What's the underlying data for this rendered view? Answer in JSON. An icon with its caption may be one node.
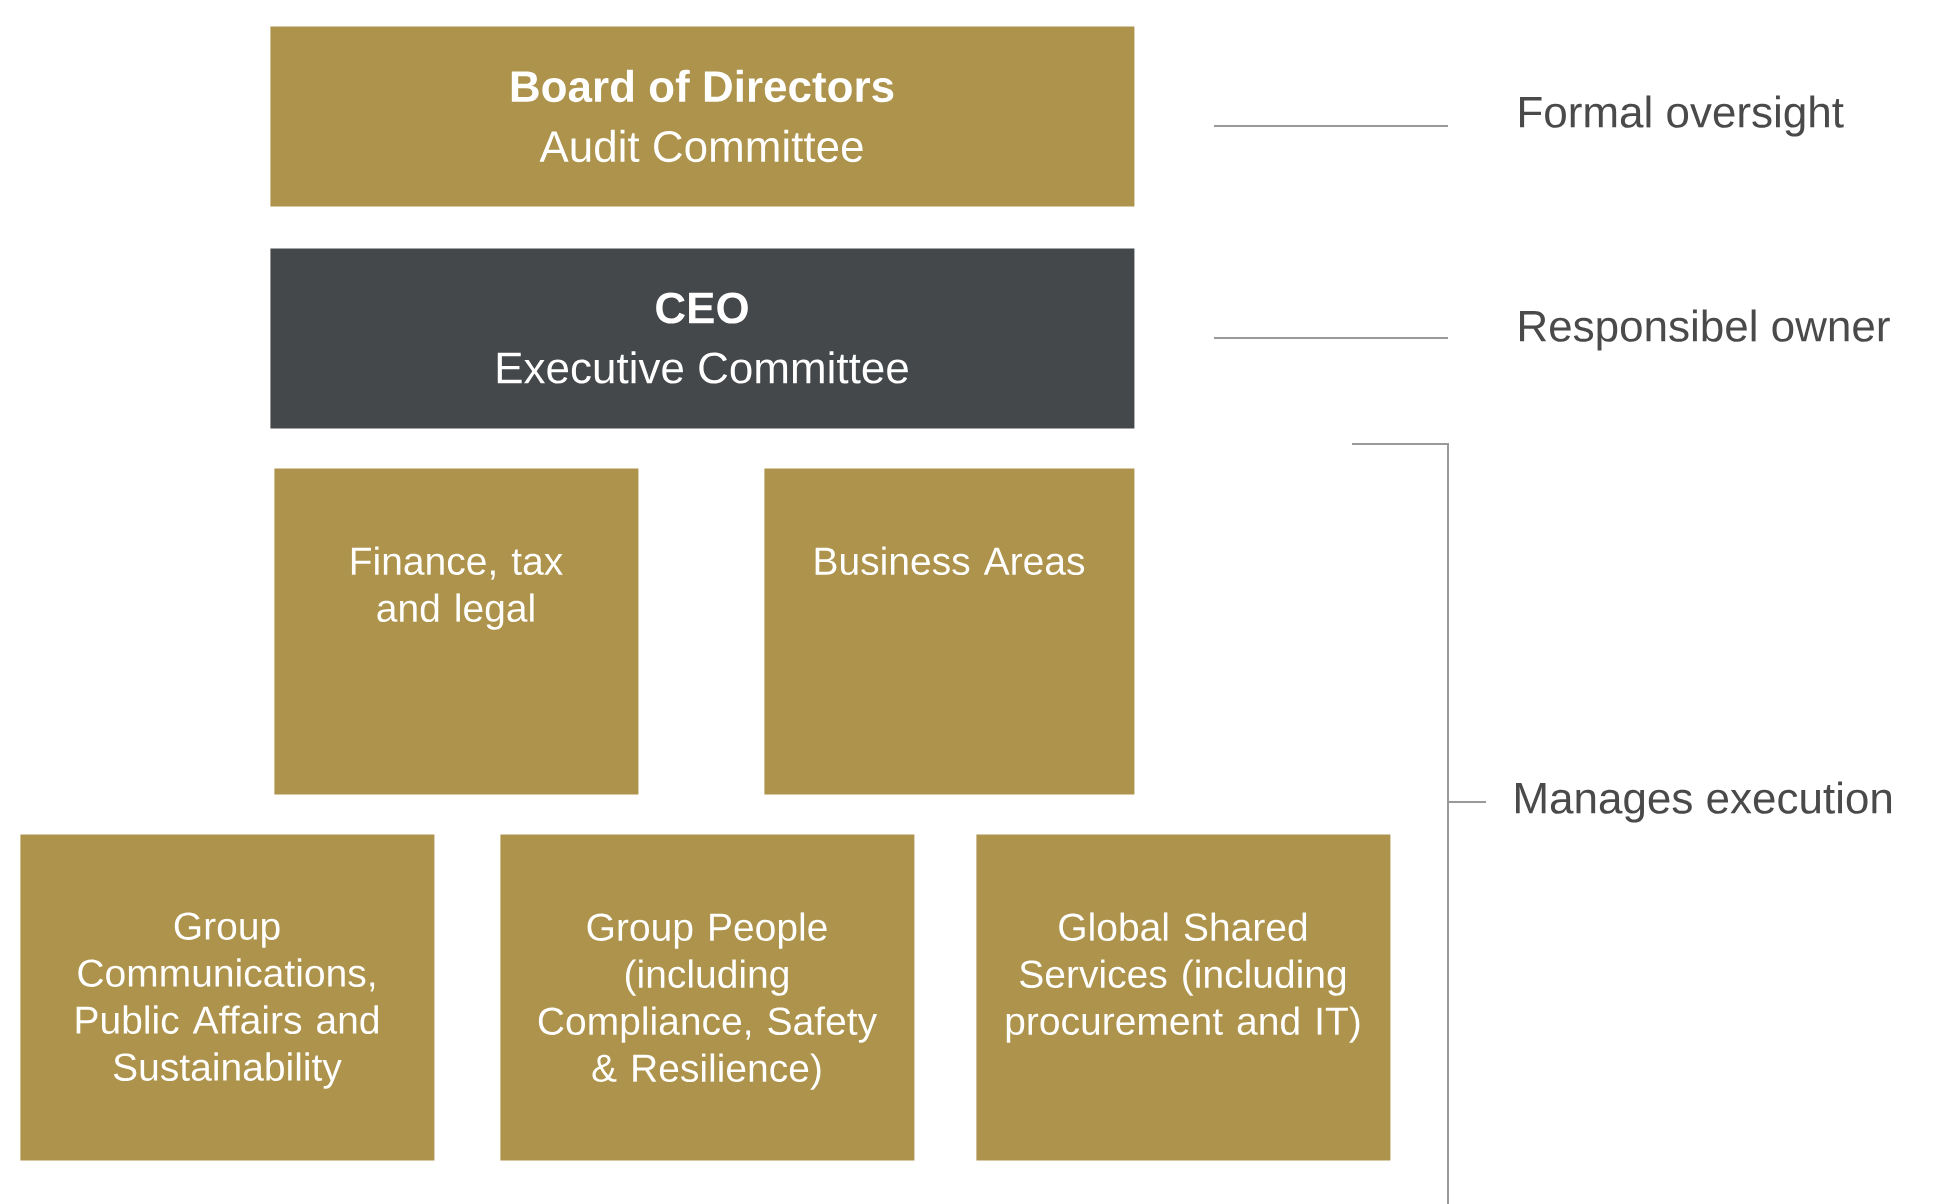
{
  "diagram": {
    "nodes": [
      {
        "text": [
          "Board of Directors",
          "Audit Committee"
        ]
      },
      {
        "text": [
          "CEO",
          "Executive Committee"
        ]
      },
      {
        "text": [
          "Finance, tax and legal"
        ]
      },
      {
        "text": [
          "Business Areas"
        ]
      },
      {
        "text": [
          "Group Communications, Public Affairs and Sustainability"
        ]
      },
      {
        "text": [
          "Group People (including Compliance, Safety & Resilience)"
        ]
      },
      {
        "text": [
          "Global Shared Services (including procurement and IT)"
        ]
      }
    ],
    "labels": [
      "Formal oversight",
      "Responsibel owner",
      "Manages execution"
    ]
  }
}
